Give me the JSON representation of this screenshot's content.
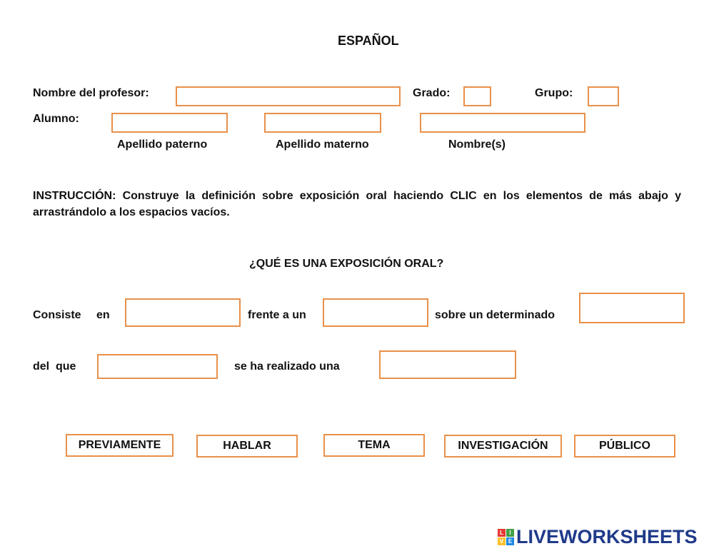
{
  "title": "ESPAÑOL",
  "teacher": {
    "label": "Nombre del profesor:"
  },
  "grade": {
    "label": "Grado:"
  },
  "group": {
    "label": "Grupo:"
  },
  "student": {
    "label": "Alumno:",
    "sublabels": [
      "Apellido paterno",
      "Apellido materno",
      "Nombre(s)"
    ]
  },
  "instruction": "INSTRUCCIÓN: Construye la definición sobre exposición oral haciendo  CLIC  en los elementos de más abajo y arrastrándolo a los espacios vacíos.",
  "question": "¿QUÉ ES UNA EXPOSICIÓN ORAL?",
  "sentence": {
    "consiste": "Consiste",
    "en": "en",
    "frente": "frente a un",
    "sobre": "sobre un determinado",
    "del": "del  que",
    "realizado": "se ha realizado una"
  },
  "options": [
    "PREVIAMENTE",
    "HABLAR",
    "TEMA",
    "INVESTIGACIÓN",
    "PÚBLICO"
  ],
  "brand": {
    "text": "LIVEWORKSHEETS",
    "logo_letters": [
      "L",
      "I",
      "V",
      "E"
    ],
    "logo_colors": [
      "#e53935",
      "#43a047",
      "#fbc02d",
      "#1e88e5"
    ],
    "text_color": "#1f3a8a"
  },
  "accent_color": "#e8904a"
}
